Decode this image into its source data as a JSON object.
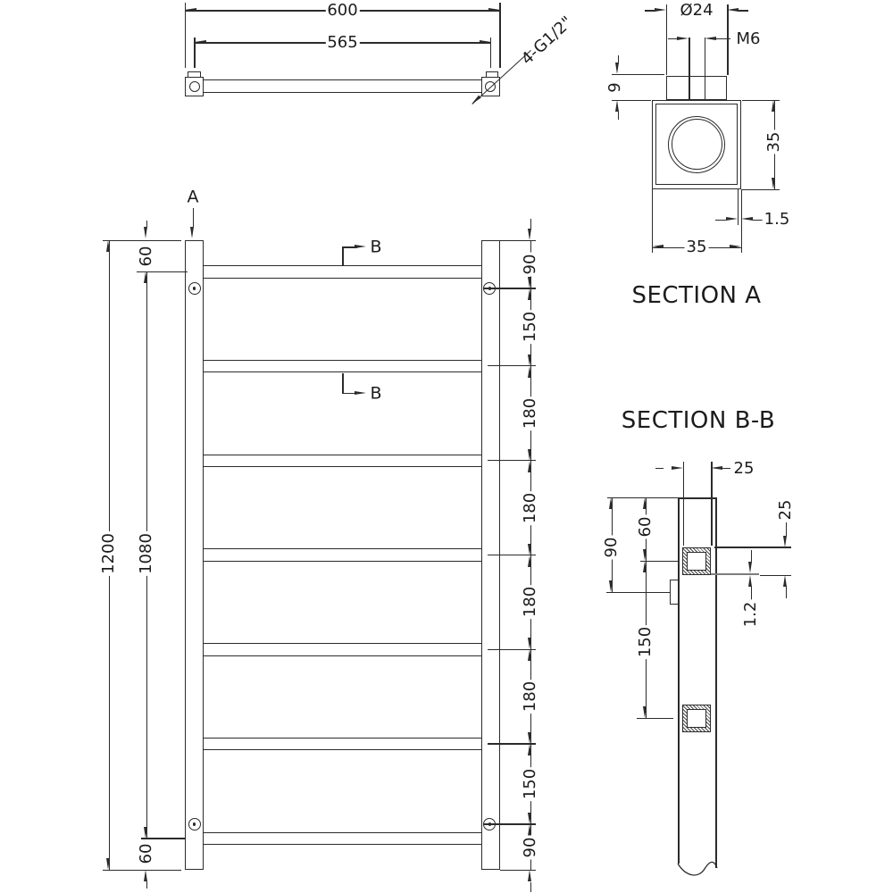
{
  "top_view": {
    "dim_overall_width": "600",
    "dim_hole_spacing": "565",
    "thread_callout": "4-G1/2\""
  },
  "front_view": {
    "section_a_label": "A",
    "section_b_label_top": "B",
    "section_b_label_bottom": "B",
    "dim_overall_height": "1200",
    "dim_fixing_height": "1080",
    "dim_top_offset": "60",
    "dim_bottom_offset": "60",
    "right_chain_labels": [
      "90",
      "150",
      "180",
      "180",
      "180",
      "180",
      "150",
      "90"
    ]
  },
  "section_a": {
    "title": "SECTION A",
    "dim_diameter": "Ø24",
    "dim_thread": "M6",
    "dim_boss_height": "9",
    "dim_height": "35",
    "dim_width": "35",
    "dim_wall": "1.5"
  },
  "section_bb": {
    "title": "SECTION B-B",
    "dim_tube_width": "25",
    "dim_tube_height": "25",
    "dim_top_to_bracket": "90",
    "dim_top_to_rail": "60",
    "dim_rail_spacing": "150",
    "dim_wall": "1.2"
  },
  "colors": {
    "line": "#2b2b2b",
    "background": "#ffffff"
  }
}
